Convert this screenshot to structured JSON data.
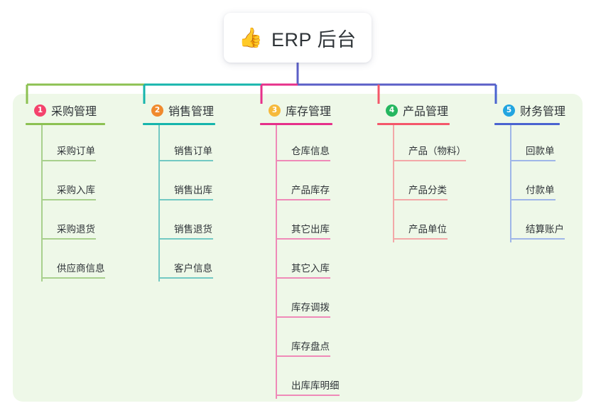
{
  "root": {
    "icon": "thumbs-up-icon",
    "emoji": "👍",
    "title": "ERP 后台"
  },
  "palette": {
    "panel_background": "#eef8e8",
    "page_background": "#ffffff",
    "text": "#2f3438",
    "root_stem": "#5b5fc7"
  },
  "columns": [
    {
      "number": "1",
      "title": "采购管理",
      "badge_color": "#f4436c",
      "line_color": "#8cc152",
      "leaf_color": "#a8d08d",
      "items": [
        "采购订单",
        "采购入库",
        "采购退货",
        "供应商信息"
      ]
    },
    {
      "number": "2",
      "title": "销售管理",
      "badge_color": "#f08a2e",
      "line_color": "#16b5ac",
      "leaf_color": "#73c9c3",
      "items": [
        "销售订单",
        "销售出库",
        "销售退货",
        "客户信息"
      ]
    },
    {
      "number": "3",
      "title": "库存管理",
      "badge_color": "#f6b93b",
      "line_color": "#e6308a",
      "leaf_color": "#ef8ab8",
      "items": [
        "仓库信息",
        "产品库存",
        "其它出库",
        "其它入库",
        "库存调拨",
        "库存盘点",
        "出库库明细"
      ]
    },
    {
      "number": "4",
      "title": "产品管理",
      "badge_color": "#25b760",
      "line_color": "#f4576a",
      "leaf_color": "#f3a8a8",
      "items": [
        "产品（物料）",
        "产品分类",
        "产品单位"
      ]
    },
    {
      "number": "5",
      "title": "财务管理",
      "badge_color": "#22a5e0",
      "line_color": "#4a64d0",
      "leaf_color": "#9fb6e8",
      "items": [
        "回款单",
        "付款单",
        "结算账户"
      ]
    }
  ]
}
